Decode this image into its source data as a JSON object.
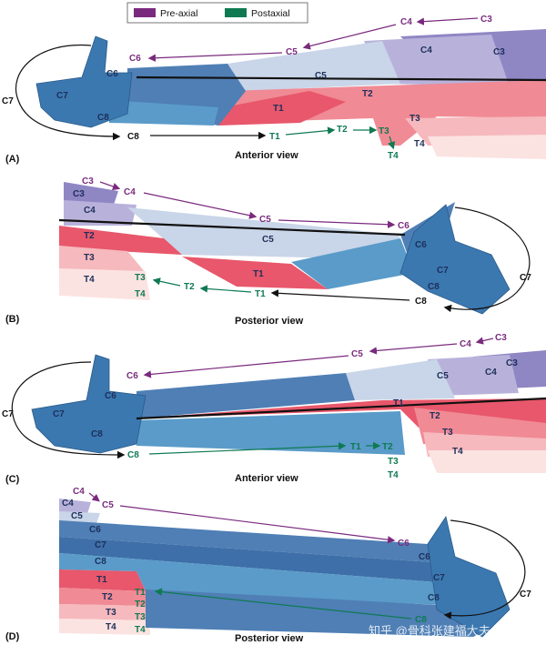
{
  "legend": {
    "preaxial": {
      "label": "Pre-axial",
      "color": "#7a2a7e"
    },
    "postaxial": {
      "label": "Postaxial",
      "color": "#0f7a52"
    }
  },
  "panel_a": {
    "tag": "(A)",
    "view": "Anterior view",
    "arrow_preaxial": [
      "C3",
      "C4",
      "C5",
      "C6"
    ],
    "left_loop": "C7",
    "arrow_black": "C8",
    "arrow_postaxial": [
      "T1",
      "T2",
      "T3",
      "T4"
    ],
    "regions": [
      "C3",
      "C4",
      "C5",
      "C6",
      "C7",
      "C8",
      "T1",
      "T2",
      "T3",
      "T4"
    ]
  },
  "panel_b": {
    "tag": "(B)",
    "view": "Posterior view",
    "arrow_preaxial": [
      "C3",
      "C4",
      "C5",
      "C6"
    ],
    "right_loop": "C7",
    "arrow_black": "C8",
    "arrow_postaxial": [
      "T1",
      "T2",
      "T3",
      "T4"
    ],
    "regions": [
      "C3",
      "C4",
      "C5",
      "C6",
      "C7",
      "C8",
      "T1",
      "T2",
      "T3",
      "T4"
    ]
  },
  "panel_c": {
    "tag": "(C)",
    "view": "Anterior view",
    "arrow_preaxial": [
      "C3",
      "C4",
      "C5",
      "C6"
    ],
    "left_loop": "C7",
    "arrow_postaxial": [
      "C8",
      "T1",
      "T2",
      "T3",
      "T4"
    ],
    "regions": [
      "C3",
      "C4",
      "C5",
      "C6",
      "C7",
      "C8",
      "T1",
      "T2",
      "T3",
      "T4"
    ]
  },
  "panel_d": {
    "tag": "(D)",
    "view": "Posterior view",
    "arrow_preaxial": [
      "C4",
      "C5",
      "C6"
    ],
    "right_loop": "C7",
    "arrow_postaxial": [
      "C8",
      "T1",
      "T2",
      "T3",
      "T4"
    ],
    "regions": [
      "C4",
      "C5",
      "C6",
      "C7",
      "C8",
      "T1",
      "T2",
      "T3",
      "T4"
    ]
  },
  "watermark": "知乎 @骨科张建福大夫",
  "colors": {
    "c3": "#8f86c4",
    "c4": "#b8b2db",
    "c5": "#c9d5e8",
    "c6": "#4f7fb5",
    "c7": "#3e6fa8",
    "c8": "#5a9bc9",
    "t1": "#e8576b",
    "t2": "#f08a95",
    "t3": "#f6b9bd",
    "t4": "#fbe3e1",
    "hand": "#3b78b0"
  }
}
